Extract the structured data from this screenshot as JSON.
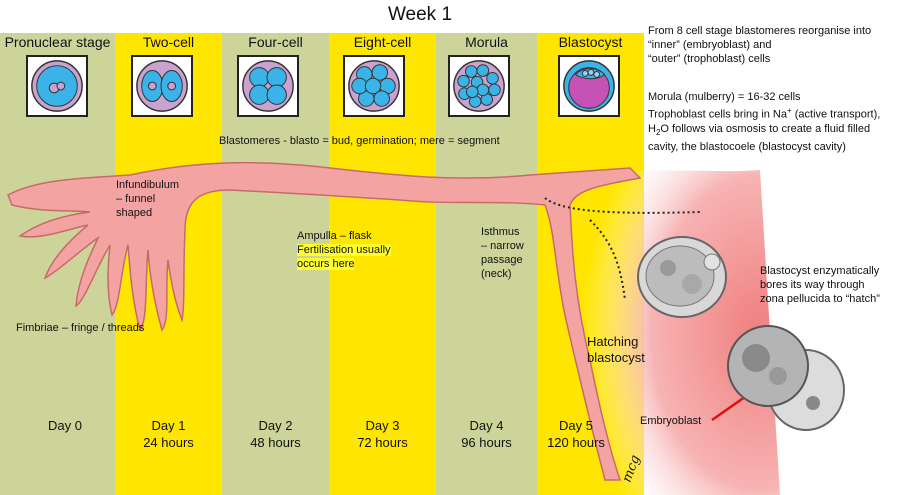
{
  "title": "Week 1",
  "stages": [
    {
      "label": "Pronuclear stage",
      "day": "Day 0",
      "hours": ""
    },
    {
      "label": "Two-cell",
      "day": "Day 1",
      "hours": "24 hours"
    },
    {
      "label": "Four-cell",
      "day": "Day 2",
      "hours": "48 hours"
    },
    {
      "label": "Eight-cell",
      "day": "Day 3",
      "hours": "72 hours"
    },
    {
      "label": "Morula",
      "day": "Day 4",
      "hours": "96 hours"
    },
    {
      "label": "Blastocyst",
      "day": "Day 5",
      "hours": "120 hours"
    }
  ],
  "notes": {
    "reorganise_1": "From 8 cell stage blastomeres reorganise into",
    "reorganise_2": "“inner” (embryoblast) and",
    "reorganise_3": "“outer” (trophoblast) cells",
    "morula_1": "Morula (mulberry) = 16-32 cells",
    "morula_2a": "Trophoblast cells bring in Na",
    "morula_2sup": "+",
    "morula_2b": " (active transport),",
    "morula_3a": "H",
    "morula_3sub": "2",
    "morula_3b": "O follows via osmosis to create a fluid filled",
    "morula_4": "cavity, the blastocoele (blastocyst cavity)",
    "blastomeres": "Blastomeres - blasto = bud, germination; mere = segment",
    "infundibulum_1": "Infundibulum",
    "infundibulum_2": "– funnel",
    "infundibulum_3": "shaped",
    "ampulla_1": "Ampulla – flask",
    "ampulla_2": "Fertilisation usually",
    "ampulla_3": "occurs here",
    "isthmus_1": "Isthmus",
    "isthmus_2": "– narrow",
    "isthmus_3": "passage",
    "isthmus_4": "(neck)",
    "fimbriae": "Fimbriae – fringe / threads",
    "hatching_1": "Hatching",
    "hatching_2": "blastocyst",
    "bores_1": "Blastocyst enzymatically",
    "bores_2": "bores its way through",
    "bores_3": "zona pellucida to “hatch”",
    "embryoblast": "Embryoblast",
    "signature": "mcg"
  },
  "colors": {
    "green_band": "#cdd49a",
    "yellow_band": "#ffe600",
    "tube": "#f4a3a3",
    "cell_blue": "#3ab4e8",
    "arrow": "#e01010"
  }
}
